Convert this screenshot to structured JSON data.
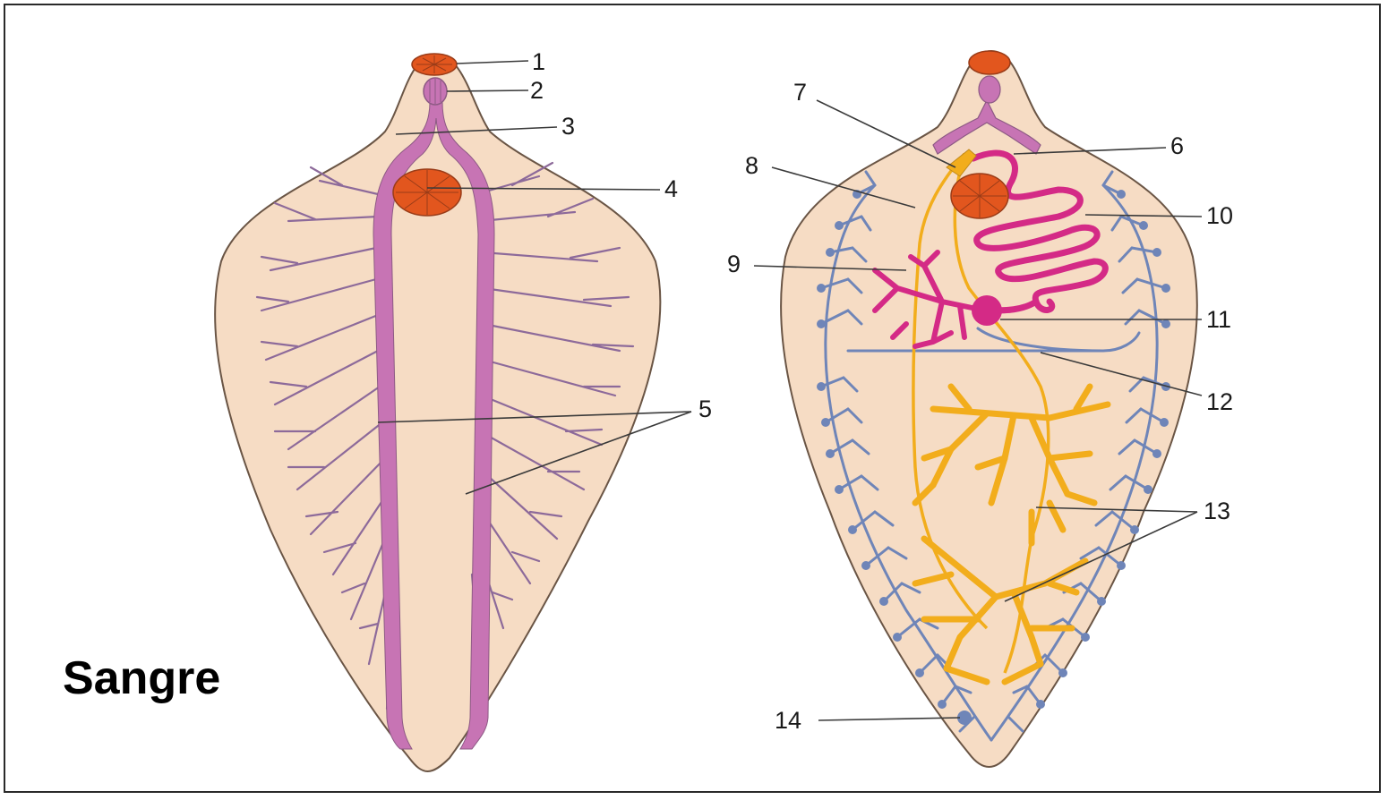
{
  "caption": "Sangre",
  "labels": {
    "l1": "1",
    "l2": "2",
    "l3": "3",
    "l4": "4",
    "l5": "5",
    "l6": "6",
    "l7": "7",
    "l8": "8",
    "l9": "9",
    "l10": "10",
    "l11": "11",
    "l12": "12",
    "l13": "13",
    "l14": "14"
  },
  "colors": {
    "body": "#f6dcc4",
    "outline": "#6a5545",
    "sucker": "#e2561e",
    "gut": "#c774b4",
    "uterus": "#d42a86",
    "vitelline": "#f2ad1c",
    "excretory": "#6f85b8"
  }
}
